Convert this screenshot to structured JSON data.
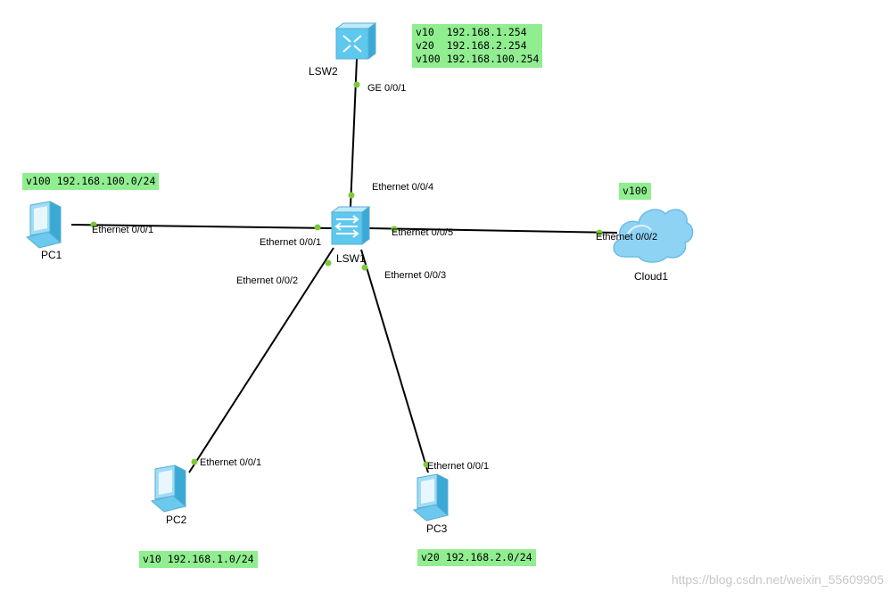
{
  "devices": {
    "lsw2": "LSW2",
    "lsw1": "LSW1",
    "pc1": "PC1",
    "pc2": "PC2",
    "pc3": "PC3",
    "cloud1": "Cloud1"
  },
  "ports": {
    "lsw2_ge": "GE 0/0/1",
    "lsw1_e4": "Ethernet 0/0/4",
    "pc1_e1": "Ethernet 0/0/1",
    "lsw1_e1": "Ethernet 0/0/1",
    "lsw1_e5": "Ethernet 0/0/5",
    "cloud_e2": "Ethernet 0/0/2",
    "lsw1_e2": "Ethernet 0/0/2",
    "lsw1_e3": "Ethernet 0/0/3",
    "pc2_e1": "Ethernet 0/0/1",
    "pc3_e1": "Ethernet 0/0/1"
  },
  "notes": {
    "vlanif_lines": [
      "v10  192.168.1.254",
      "v20  192.168.2.254",
      "v100 192.168.100.254"
    ],
    "pc1_net": "v100 192.168.100.0/24",
    "cloud_vlan": "v100",
    "pc2_net": "v10 192.168.1.0/24",
    "pc3_net": "v20 192.168.2.0/24"
  },
  "watermark": "https://blog.csdn.net/weixin_55609905",
  "colors": {
    "note_bg": "#90ee90",
    "port_dot": "#7ec83c",
    "switch_blue": "#4fc3e8",
    "cloud_blue": "#8fd3f4"
  }
}
